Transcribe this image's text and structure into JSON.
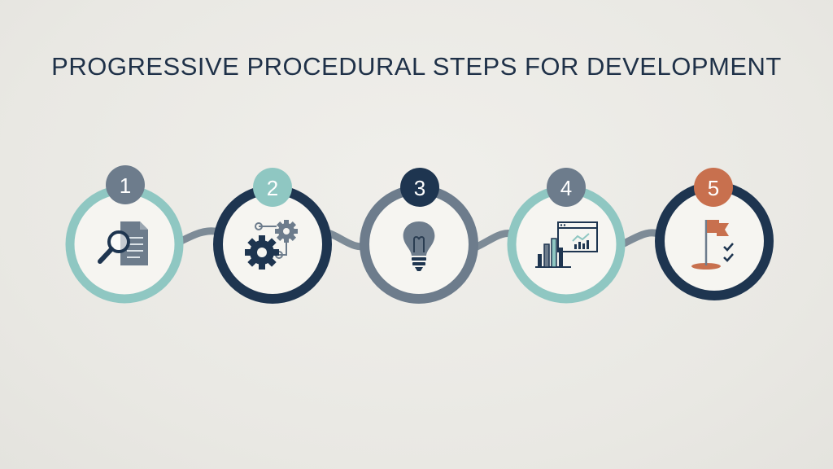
{
  "title": "PROGRESSIVE PROCEDURAL STEPS FOR DEVELOPMENT",
  "colors": {
    "background": "#ecebe7",
    "title": "#1f3148",
    "teal": "#8fc7c2",
    "navy": "#1e3550",
    "slate": "#6d7c8c",
    "copper": "#c8704e",
    "connector": "#7d8b97"
  },
  "steps": [
    {
      "number": "1",
      "icon": "document-search-icon",
      "ring": "teal",
      "badge": "slate"
    },
    {
      "number": "2",
      "icon": "gears-icon",
      "ring": "navy",
      "badge": "teal"
    },
    {
      "number": "3",
      "icon": "lightbulb-icon",
      "ring": "slate",
      "badge": "navy"
    },
    {
      "number": "4",
      "icon": "analytics-chart-icon",
      "ring": "teal",
      "badge": "slate"
    },
    {
      "number": "5",
      "icon": "flag-checklist-icon",
      "ring": "navy",
      "badge": "copper"
    }
  ]
}
